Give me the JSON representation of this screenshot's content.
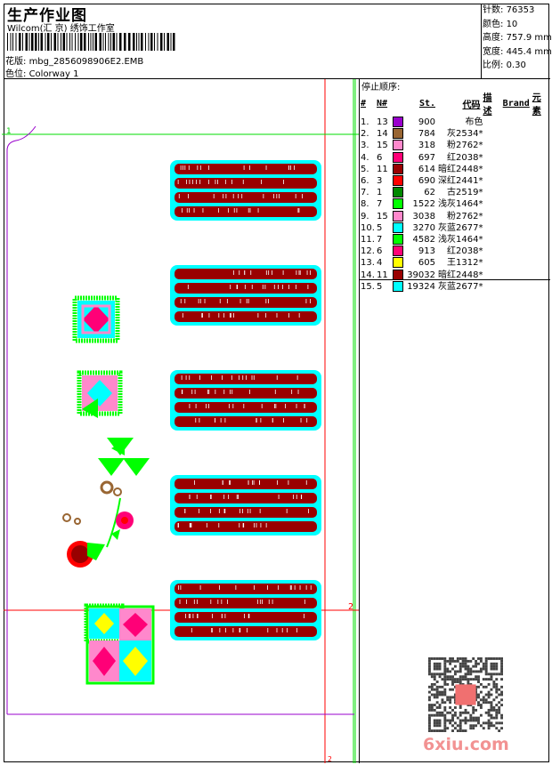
{
  "header": {
    "title": "生产作业图",
    "company": "Wilcom(汇  京) 绣饰工作室",
    "design_label": "花版:",
    "design_file": "mbg_2856098906E2.EMB",
    "colorway_label": "色位:",
    "colorway": "Colorway 1"
  },
  "info": [
    {
      "label": "针数:",
      "value": "76353"
    },
    {
      "label": "颜色:",
      "value": "10"
    },
    {
      "label": "高度:",
      "value": "757.9 mm"
    },
    {
      "label": "宽度:",
      "value": "445.4 mm"
    },
    {
      "label": "比例:",
      "value": "0.30"
    }
  ],
  "stop_sequence": {
    "title": "停止顺序:",
    "columns": [
      "#",
      "N#",
      "St.",
      "代码",
      "描述",
      "Brand",
      "元素"
    ],
    "rows": [
      {
        "i": "1.",
        "n": "13",
        "color": "#9900cc",
        "st": "900",
        "code": "布色"
      },
      {
        "i": "2.",
        "n": "14",
        "color": "#996633",
        "st": "784",
        "code": "灰2534*"
      },
      {
        "i": "3.",
        "n": "15",
        "color": "#ff88cc",
        "st": "318",
        "code": "粉2762*"
      },
      {
        "i": "4.",
        "n": "6",
        "color": "#ff0077",
        "st": "697",
        "code": "红2038*"
      },
      {
        "i": "5.",
        "n": "11",
        "color": "#990000",
        "st": "614",
        "code": "暗红2448*"
      },
      {
        "i": "6.",
        "n": "3",
        "color": "#ff0000",
        "st": "690",
        "code": "深红2441*"
      },
      {
        "i": "7.",
        "n": "1",
        "color": "#008800",
        "st": "62",
        "code": "古2519*"
      },
      {
        "i": "8.",
        "n": "7",
        "color": "#00ff00",
        "st": "1522",
        "code": "浅灰1464*"
      },
      {
        "i": "9.",
        "n": "15",
        "color": "#ff88cc",
        "st": "3038",
        "code": "粉2762*"
      },
      {
        "i": "10.",
        "n": "5",
        "color": "#00ffff",
        "st": "3270",
        "code": "灰蓝2677*"
      },
      {
        "i": "11.",
        "n": "7",
        "color": "#00ff00",
        "st": "4582",
        "code": "浅灰1464*"
      },
      {
        "i": "12.",
        "n": "6",
        "color": "#ff0077",
        "st": "913",
        "code": "红2038*"
      },
      {
        "i": "13.",
        "n": "4",
        "color": "#ffff00",
        "st": "605",
        "code": "王1312*"
      },
      {
        "i": "14.",
        "n": "11",
        "color": "#990000",
        "st": "39032",
        "code": "暗红2448*"
      },
      {
        "i": "15.",
        "n": "5",
        "color": "#00ffff",
        "st": "19324",
        "code": "灰蓝2677*"
      }
    ]
  },
  "markers": {
    "start": "1",
    "end_right": "2",
    "end_bottom": "2"
  },
  "watermark": "6xiu.com",
  "colors": {
    "stripe": "#990000",
    "edge": "#00ffff",
    "green": "#00ff00",
    "pink": "#ff88cc",
    "magenta": "#ff0077",
    "yellow": "#ffff00",
    "purple": "#9900cc",
    "red": "#ff0000"
  }
}
